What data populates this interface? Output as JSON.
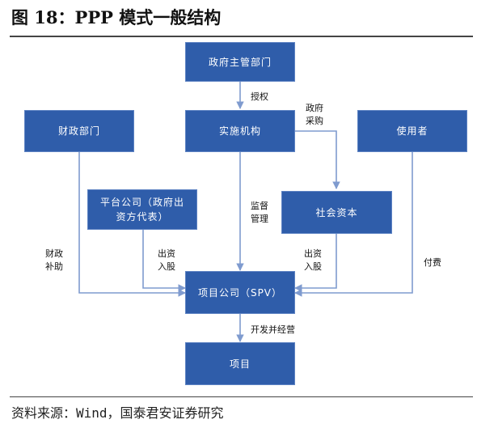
{
  "header": {
    "title": "图 18：PPP 模式一般结构"
  },
  "nodes": {
    "gov": "政府主管部门",
    "finance": "财政部门",
    "agency": "实施机构",
    "user": "使用者",
    "platform": "平台公司（政府出资方代表）",
    "social": "社会资本",
    "spv": "项目公司（SPV）",
    "project": "项目"
  },
  "edges": {
    "authorize": "授权",
    "procure": "政府\n采购",
    "subsidy": "财政\n补助",
    "invest_platform": "出资\n入股",
    "supervise": "监督\n管理",
    "invest_social": "出资\n入股",
    "pay": "付费",
    "develop": "开发并经营"
  },
  "footer": {
    "source": "资料来源：Wind，国泰君安证券研究"
  }
}
